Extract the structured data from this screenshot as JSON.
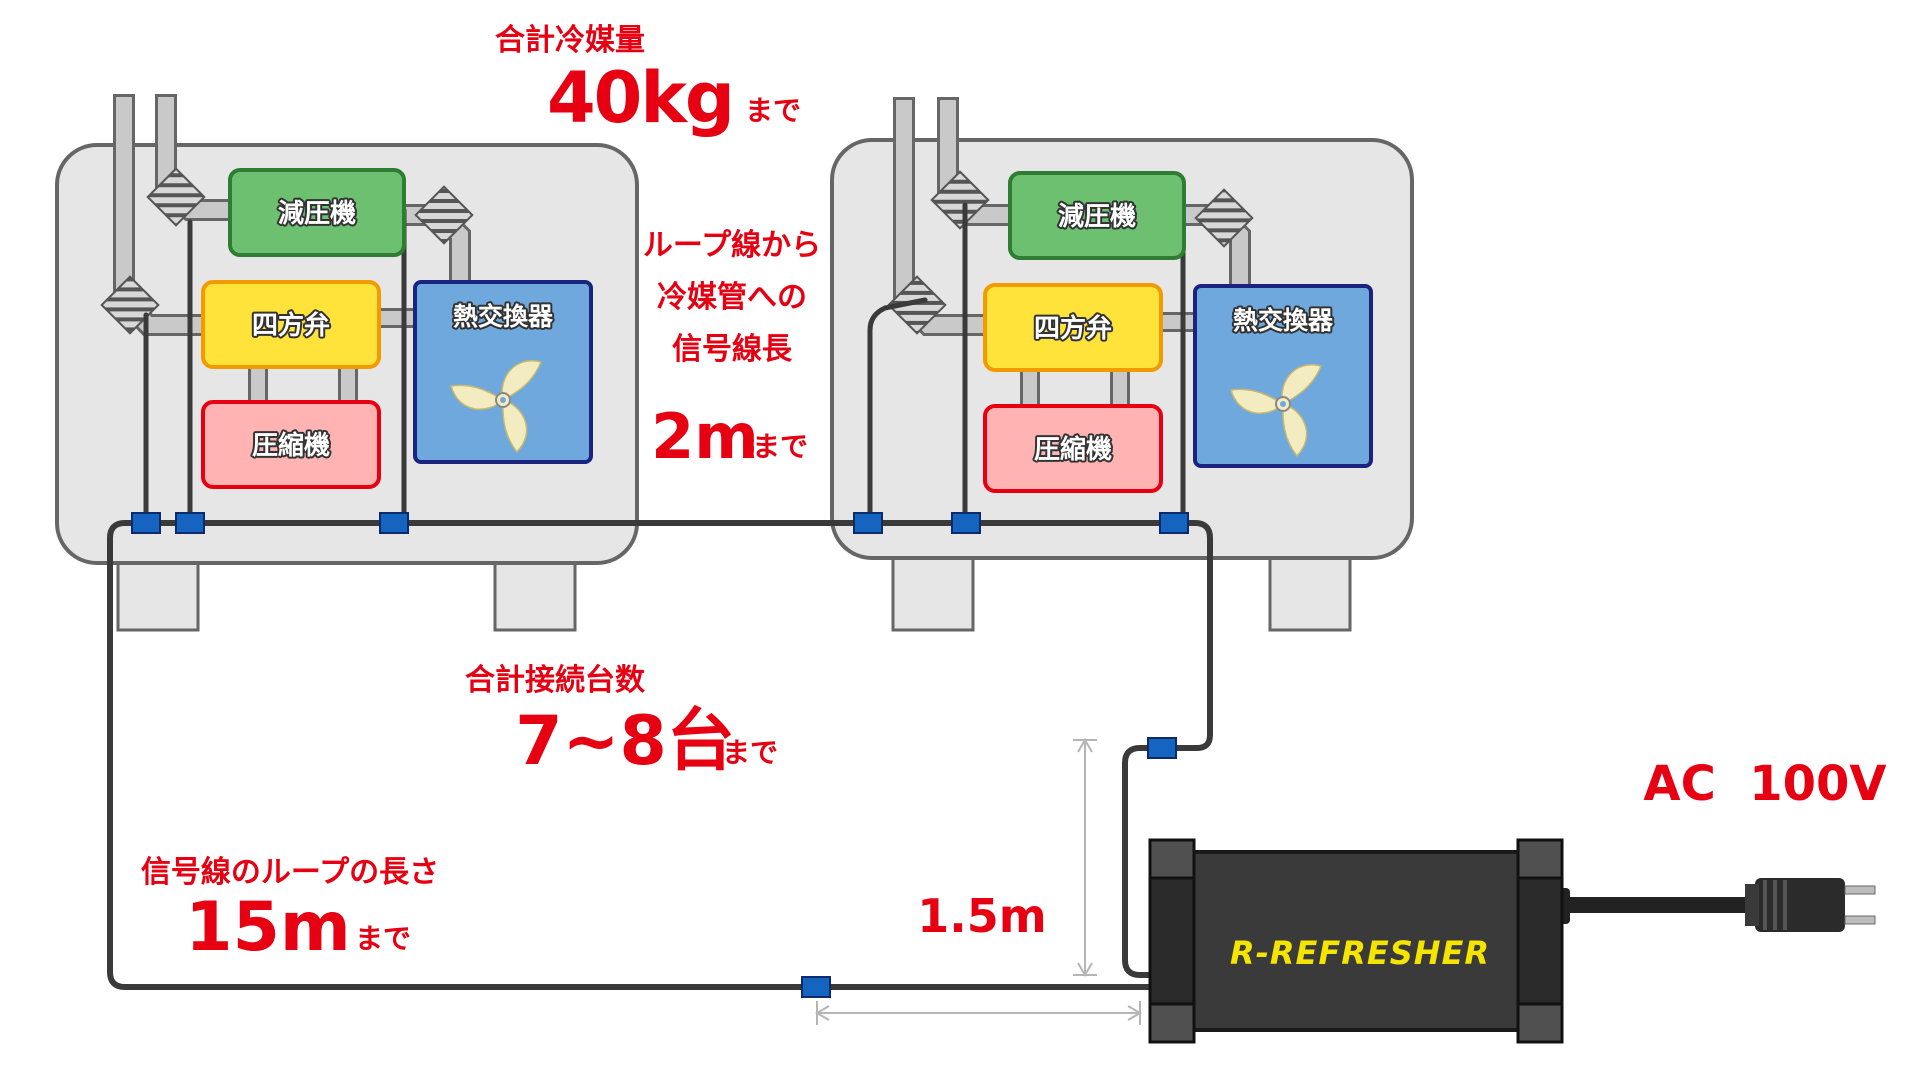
{
  "units": [
    {
      "name": "unit-left",
      "components": {
        "decompressor": "減圧機",
        "four_way_valve": "四方弁",
        "compressor": "圧縮機",
        "heat_exchanger": "熱交換器"
      }
    },
    {
      "name": "unit-right",
      "components": {
        "decompressor": "減圧機",
        "four_way_valve": "四方弁",
        "compressor": "圧縮機",
        "heat_exchanger": "熱交換器"
      }
    }
  ],
  "annotations": {
    "refrigerant": {
      "label": "合計冷媒量",
      "value": "40kg",
      "suffix": "まで"
    },
    "signal_to_pipe": {
      "line1": "ループ線から",
      "line2": "冷媒管への",
      "line3": "信号線長",
      "value": "2m",
      "suffix": "まで"
    },
    "connections": {
      "label": "合計接続台数",
      "value": "7~8台",
      "suffix": "まで"
    },
    "loop_length": {
      "label": "信号線のループの長さ",
      "value": "15m",
      "suffix": "まで"
    },
    "cable_length": "1.5m",
    "power": "AC  100V"
  },
  "device": {
    "logo": "R-REFRESHER"
  },
  "colors": {
    "accent_red": "#e60012",
    "decompressor_fill": "#6cc070",
    "valve_fill": "#ffe23a",
    "compressor_fill": "#ffb3b3",
    "exchanger_fill": "#6fa8dc",
    "connector_blue": "#1565c0",
    "device_body": "#3a3a3a",
    "logo_yellow": "#f5e400"
  }
}
